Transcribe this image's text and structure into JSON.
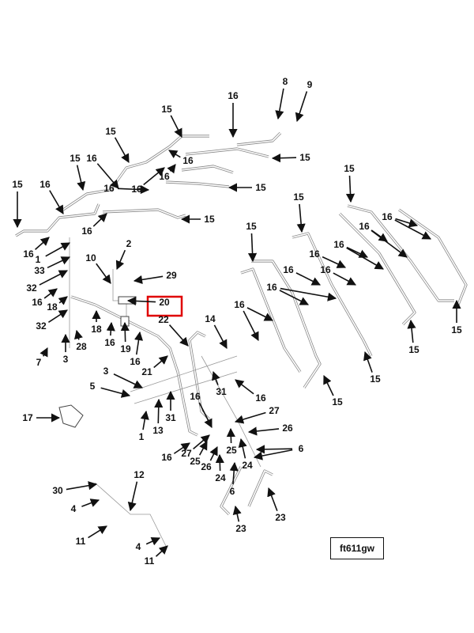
{
  "diagram": {
    "reference_code": "ft611gw",
    "highlighted_callout": "20",
    "highlight_color": "#e00000",
    "callouts": [
      "8",
      "9",
      "16",
      "15",
      "15",
      "15",
      "16",
      "15",
      "16",
      "16",
      "16",
      "16",
      "15",
      "15",
      "16",
      "16",
      "15",
      "16",
      "1",
      "33",
      "32",
      "16",
      "18",
      "32",
      "7",
      "3",
      "28",
      "2",
      "10",
      "29",
      "20",
      "18",
      "16",
      "19",
      "16",
      "22",
      "21",
      "14",
      "3",
      "5",
      "17",
      "1",
      "13",
      "31",
      "31",
      "16",
      "16",
      "27",
      "26",
      "6",
      "16",
      "27",
      "25",
      "26",
      "25",
      "24",
      "24",
      "6",
      "23",
      "23",
      "12",
      "30",
      "4",
      "11",
      "4",
      "11",
      "15",
      "15",
      "16",
      "16",
      "16",
      "16",
      "16",
      "16",
      "16",
      "15",
      "15",
      "15",
      "15",
      "15",
      "16"
    ]
  }
}
